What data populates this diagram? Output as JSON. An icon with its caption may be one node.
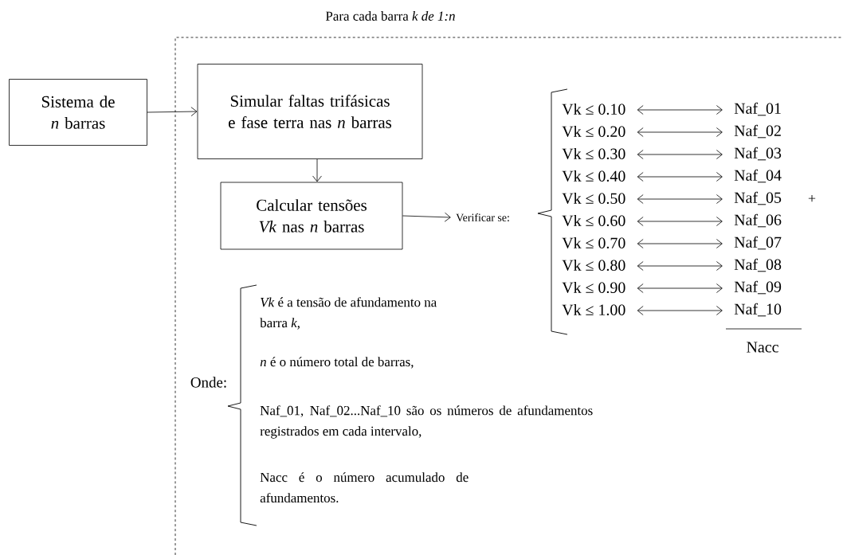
{
  "diagram": {
    "nodes": [
      {
        "text": [
          "Sistema de *n* barras"
        ]
      },
      {
        "text": [
          "Para cada barra *k de 1:n*"
        ]
      },
      {
        "text": [
          "Simular faltas trifásicas e fase terra nas *n* barras"
        ],
        "in": 1
      },
      {
        "text": [
          "Calcular tensões *Vk* nas *n* barras"
        ],
        "in": 1
      },
      {
        "text": [
          "Verificar  se:"
        ],
        "in": 1
      },
      {
        "text": [
          "Vk ≤ 0.10"
        ],
        "in": 1
      },
      {
        "text": [
          "Vk ≤ 0.20"
        ],
        "in": 1
      },
      {
        "text": [
          "Vk ≤ 0.30"
        ],
        "in": 1
      },
      {
        "text": [
          "Vk ≤ 0.40"
        ],
        "in": 1
      },
      {
        "text": [
          "Vk ≤ 0.50"
        ],
        "in": 1
      },
      {
        "text": [
          "Vk ≤ 0.60"
        ],
        "in": 1
      },
      {
        "text": [
          "Vk ≤ 0.70"
        ],
        "in": 1
      },
      {
        "text": [
          "Vk ≤ 0.80"
        ],
        "in": 1
      },
      {
        "text": [
          "Vk ≤ 0.90"
        ],
        "in": 1
      },
      {
        "text": [
          "Vk ≤ 1.00"
        ],
        "in": 1
      },
      {
        "text": [
          "Naf_01"
        ],
        "in": 1
      },
      {
        "text": [
          "Naf_02"
        ],
        "in": 1
      },
      {
        "text": [
          "Naf_03"
        ],
        "in": 1
      },
      {
        "text": [
          "Naf_04"
        ],
        "in": 1
      },
      {
        "text": [
          "Naf_05"
        ],
        "in": 1
      },
      {
        "text": [
          "Naf_06"
        ],
        "in": 1
      },
      {
        "text": [
          "Naf_07"
        ],
        "in": 1
      },
      {
        "text": [
          "Naf_08"
        ],
        "in": 1
      },
      {
        "text": [
          "Naf_09"
        ],
        "in": 1
      },
      {
        "text": [
          "Naf_10"
        ],
        "in": 1
      }
    ],
    "edges": [
      {
        "from": 0,
        "to": 2,
        "arrow": "to"
      },
      {
        "from": 2,
        "to": 3,
        "arrow": "to"
      },
      {
        "from": 3,
        "to": 4,
        "arrow": "to"
      },
      {
        "from": 5,
        "to": 15,
        "arrow": "both"
      },
      {
        "from": 6,
        "to": 16,
        "arrow": "both"
      },
      {
        "from": 7,
        "to": 17,
        "arrow": "both"
      },
      {
        "from": 8,
        "to": 18,
        "arrow": "both"
      },
      {
        "from": 9,
        "to": 19,
        "arrow": "both"
      },
      {
        "from": 10,
        "to": 20,
        "arrow": "both"
      },
      {
        "from": 11,
        "to": 21,
        "arrow": "both"
      },
      {
        "from": 12,
        "to": 22,
        "arrow": "both"
      },
      {
        "from": 13,
        "to": 23,
        "arrow": "both"
      },
      {
        "from": 14,
        "to": 24,
        "arrow": "both"
      }
    ],
    "labels": [
      "+",
      "Nacc",
      "Onde:",
      "*Vk* é a tensão de afundamento na barra *k*,",
      "*n* é o número total de barras,",
      "Naf_01, Naf_02...Naf_10 são os números de afundamentos registrados em cada intervalo,",
      "Nacc é o número acumulado de afundamentos."
    ]
  }
}
